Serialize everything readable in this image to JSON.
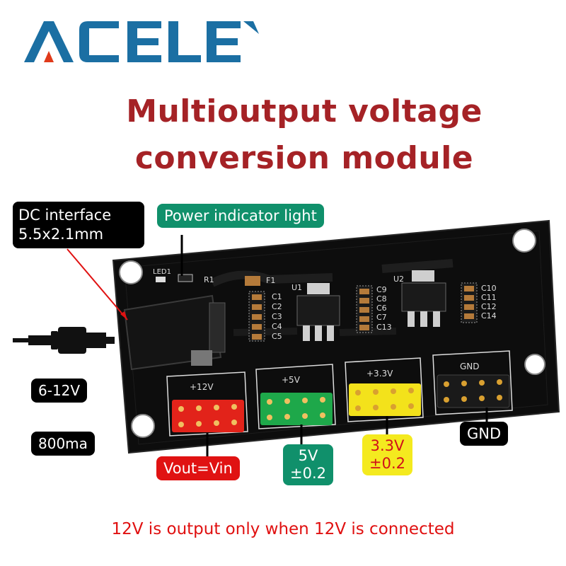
{
  "brand": {
    "name": "ACELEX",
    "color": "#1b6fa3"
  },
  "title": {
    "line1": "Multioutput voltage",
    "line2": "conversion module",
    "color": "#a52226"
  },
  "labels": {
    "dc_interface_line1": "DC interface",
    "dc_interface_line2": "5.5x2.1mm",
    "power_indicator": "Power indicator light",
    "input_voltage": "6-12V",
    "current": "800ma",
    "vout": "Vout=Vin",
    "v5_line1": "5V",
    "v5_line2": "±0.2",
    "v33_line1": "3.3V",
    "v33_line2": "±0.2",
    "gnd": "GND"
  },
  "pcb": {
    "silkscreen": {
      "led": "LED1",
      "r1": "R1",
      "f1": "F1",
      "u1": "U1",
      "u2": "U2",
      "caps_left": [
        "C1",
        "C2",
        "C3",
        "C4",
        "C5"
      ],
      "caps_mid": [
        "C9",
        "C8",
        "C6",
        "C7",
        "C13"
      ],
      "caps_right": [
        "C10",
        "C11",
        "C12",
        "C14"
      ],
      "headers": [
        "+12V",
        "+5V",
        "+3.3V",
        "GND"
      ]
    },
    "header_colors": {
      "v12": "#e2231a",
      "v5": "#1ea84a",
      "v33": "#f3e21b",
      "gnd": "#1a1a1a"
    }
  },
  "footer": "12V is output only when 12V is connected",
  "colors": {
    "red": "#e01212",
    "green": "#10906b",
    "yellow": "#f4ea1f",
    "black": "#000000"
  }
}
